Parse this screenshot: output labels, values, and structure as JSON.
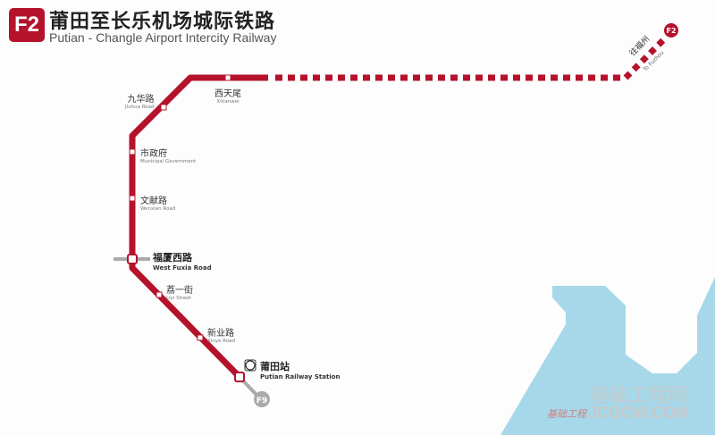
{
  "header": {
    "badge": "F2",
    "title_cn": "莆田至长乐机场城际铁路",
    "title_en": "Putian - Changle Airport Intercity Railway"
  },
  "stations": [
    {
      "cn": "西天尾",
      "en": "Xitianwei"
    },
    {
      "cn": "九华路",
      "en": "Jiuhua Road"
    },
    {
      "cn": "市政府",
      "en": "Municipal Government"
    },
    {
      "cn": "文献路",
      "en": "Wenxian Road"
    },
    {
      "cn": "福厦西路",
      "en": "West Fuxia Road"
    },
    {
      "cn": "荔一街",
      "en": "Liyi Street"
    },
    {
      "cn": "新业路",
      "en": "Xinye Road"
    },
    {
      "cn": "莆田站",
      "en": "Putian Railway Station"
    }
  ],
  "direction": {
    "cn": "往福州",
    "en": "To Fuzhou",
    "badge": "F2"
  },
  "transfer": {
    "badge": "F9"
  },
  "watermark": {
    "cn": "基础工程网",
    "en": "JCGCW.COM",
    "tag": "基础工程"
  },
  "colors": {
    "line": "#b5122c",
    "water": "#a6d8ea",
    "transfer": "#aaaaaa"
  }
}
